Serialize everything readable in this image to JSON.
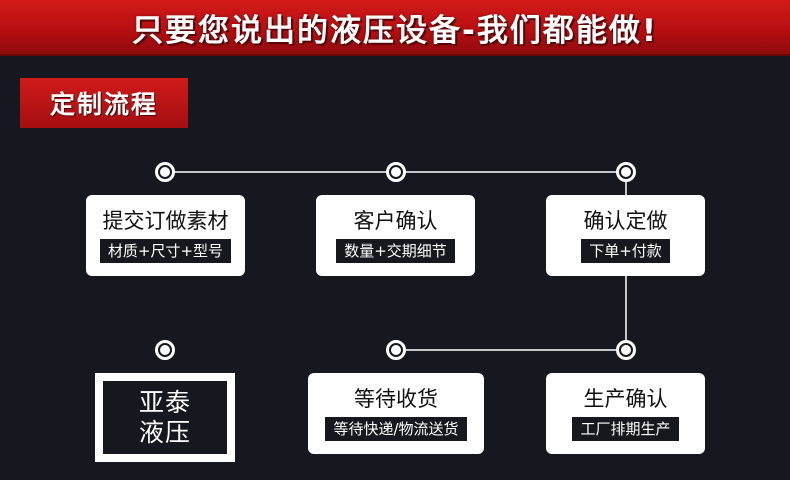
{
  "banner": {
    "title": "只要您说出的液压设备-我们都能做!"
  },
  "section": {
    "label": "定制流程"
  },
  "steps": [
    {
      "title": "提交订做素材",
      "subtitle": "材质+尺寸+型号"
    },
    {
      "title": "客户确认",
      "subtitle": "数量+交期细节"
    },
    {
      "title": "确认定做",
      "subtitle": "下单+付款"
    },
    {
      "title": "生产确认",
      "subtitle": "工厂排期生产"
    },
    {
      "title": "等待收货",
      "subtitle": "等待快递/物流送货"
    }
  ],
  "logo": {
    "line1": "亚泰",
    "line2": "液压"
  },
  "colors": {
    "accent_red": "#c8161a",
    "background": "#15181f",
    "card": "#ffffff",
    "label_bg": "#16181d"
  }
}
